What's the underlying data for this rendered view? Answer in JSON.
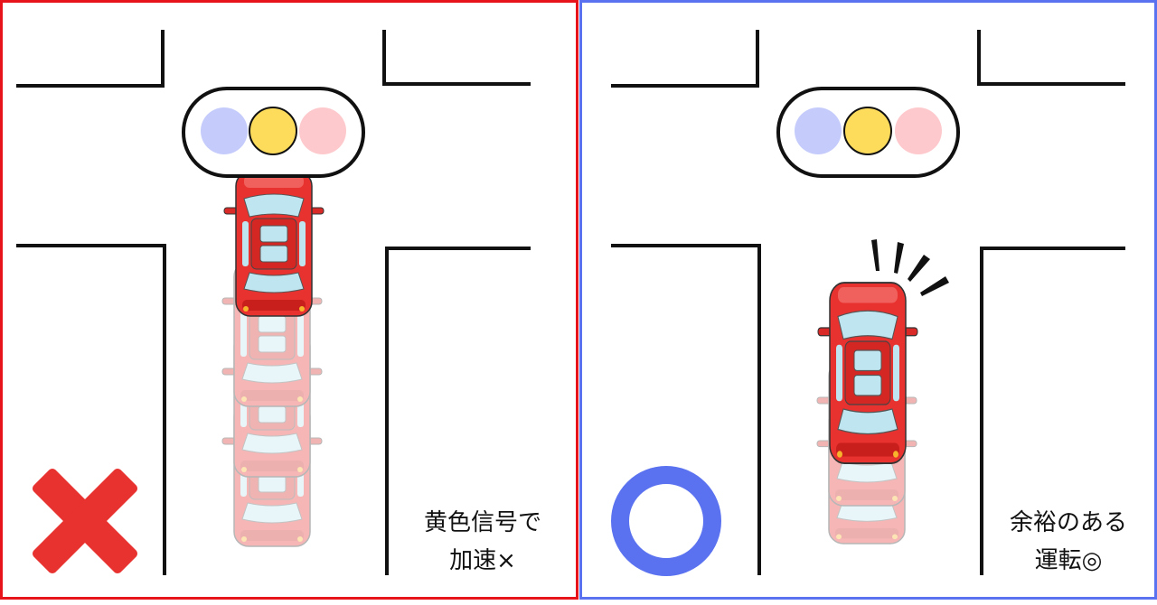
{
  "left_panel": {
    "caption_line1": "黄色信号で",
    "caption_line2": "加速×",
    "mark": "cross-mark",
    "border_color": "#e8141b"
  },
  "right_panel": {
    "caption_line1": "余裕のある",
    "caption_line2": "運転◎",
    "mark": "circle-mark",
    "border_color": "#5a72f0"
  },
  "traffic_light": {
    "colors": {
      "blue": "#c5ccfb",
      "yellow": "#fddc5c",
      "red": "#fdc9cc"
    },
    "active": "yellow"
  },
  "car_color": "#e8322f"
}
